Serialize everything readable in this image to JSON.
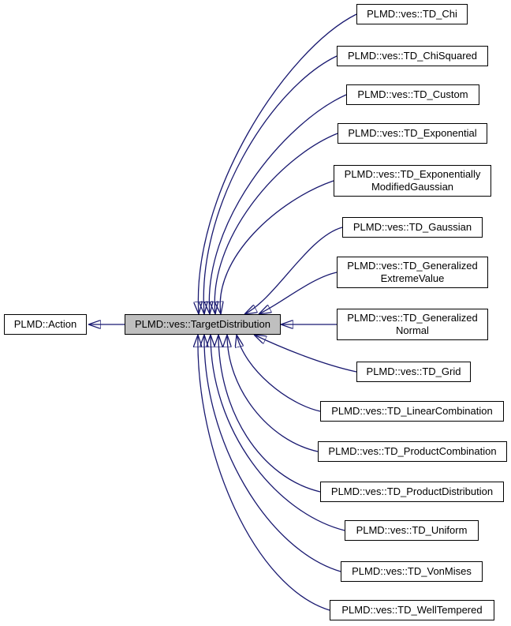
{
  "diagram": {
    "type": "class-inheritance-graph",
    "base_node": {
      "label": "PLMD::Action"
    },
    "central_node": {
      "label": "PLMD::ves::TargetDistribution"
    },
    "derived_nodes": [
      {
        "label": "PLMD::ves::TD_Chi"
      },
      {
        "label": "PLMD::ves::TD_ChiSquared"
      },
      {
        "label": "PLMD::ves::TD_Custom"
      },
      {
        "label": "PLMD::ves::TD_Exponential"
      },
      {
        "label": "PLMD::ves::TD_Exponentially\nModifiedGaussian"
      },
      {
        "label": "PLMD::ves::TD_Gaussian"
      },
      {
        "label": "PLMD::ves::TD_Generalized\nExtremeValue"
      },
      {
        "label": "PLMD::ves::TD_Generalized\nNormal"
      },
      {
        "label": "PLMD::ves::TD_Grid"
      },
      {
        "label": "PLMD::ves::TD_LinearCombination"
      },
      {
        "label": "PLMD::ves::TD_ProductCombination"
      },
      {
        "label": "PLMD::ves::TD_ProductDistribution"
      },
      {
        "label": "PLMD::ves::TD_Uniform"
      },
      {
        "label": "PLMD::ves::TD_VonMises"
      },
      {
        "label": "PLMD::ves::TD_WellTempered"
      }
    ],
    "edges": [
      {
        "from": "PLMD::ves::TargetDistribution",
        "to": "PLMD::Action"
      },
      {
        "from": "PLMD::ves::TD_Chi",
        "to": "PLMD::ves::TargetDistribution"
      },
      {
        "from": "PLMD::ves::TD_ChiSquared",
        "to": "PLMD::ves::TargetDistribution"
      },
      {
        "from": "PLMD::ves::TD_Custom",
        "to": "PLMD::ves::TargetDistribution"
      },
      {
        "from": "PLMD::ves::TD_Exponential",
        "to": "PLMD::ves::TargetDistribution"
      },
      {
        "from": "PLMD::ves::TD_ExponentiallyModifiedGaussian",
        "to": "PLMD::ves::TargetDistribution"
      },
      {
        "from": "PLMD::ves::TD_Gaussian",
        "to": "PLMD::ves::TargetDistribution"
      },
      {
        "from": "PLMD::ves::TD_GeneralizedExtremeValue",
        "to": "PLMD::ves::TargetDistribution"
      },
      {
        "from": "PLMD::ves::TD_GeneralizedNormal",
        "to": "PLMD::ves::TargetDistribution"
      },
      {
        "from": "PLMD::ves::TD_Grid",
        "to": "PLMD::ves::TargetDistribution"
      },
      {
        "from": "PLMD::ves::TD_LinearCombination",
        "to": "PLMD::ves::TargetDistribution"
      },
      {
        "from": "PLMD::ves::TD_ProductCombination",
        "to": "PLMD::ves::TargetDistribution"
      },
      {
        "from": "PLMD::ves::TD_ProductDistribution",
        "to": "PLMD::ves::TargetDistribution"
      },
      {
        "from": "PLMD::ves::TD_Uniform",
        "to": "PLMD::ves::TargetDistribution"
      },
      {
        "from": "PLMD::ves::TD_VonMises",
        "to": "PLMD::ves::TargetDistribution"
      },
      {
        "from": "PLMD::ves::TD_WellTempered",
        "to": "PLMD::ves::TargetDistribution"
      }
    ],
    "colors": {
      "edge": "#191970",
      "node_fill": "#ffffff",
      "central_fill": "#bfbfbf",
      "node_border": "#000000",
      "background": "#ffffff"
    }
  }
}
